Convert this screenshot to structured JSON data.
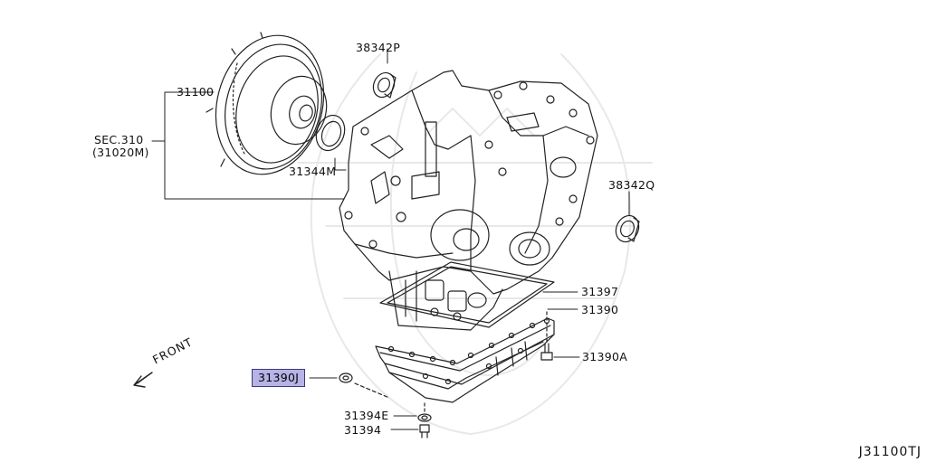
{
  "diagram": {
    "code": "J31100TJ",
    "direction_label": "FRONT"
  },
  "parts": {
    "p38342P": "38342P",
    "p31100": "31100",
    "sec_line1": "SEC.310",
    "sec_line2": "(31020M)",
    "p31344M": "31344M",
    "p38342Q": "38342Q",
    "p31397": "31397",
    "p31390": "31390",
    "p31390A": "31390A",
    "p31390J": "31390J",
    "p31394E": "31394E",
    "p31394": "31394"
  },
  "highlight": {
    "part": "31390J",
    "color": "#b7b3e6"
  }
}
